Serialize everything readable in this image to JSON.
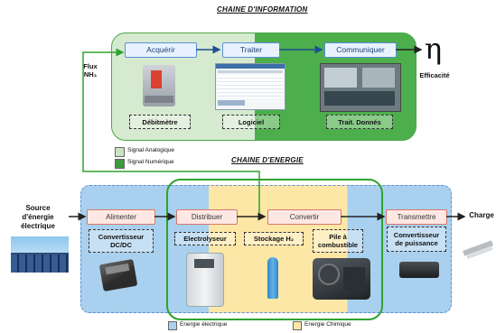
{
  "info_chain": {
    "title": "CHAINE D'INFORMATION",
    "acquerir": "Acquérir",
    "traiter": "Traiter",
    "communiquer": "Communiquer",
    "debitmetre": "Débitmètre",
    "logiciel": "Logiciel",
    "trait_donnes": "Trait. Donnés"
  },
  "flux_label_line1": "Flux",
  "flux_label_line2": "NH₃",
  "efficacite": {
    "symbol": "η",
    "label": "Efficacité"
  },
  "legend_signals": {
    "analog": "Signal Analogique",
    "numeric": "Signal Numérique"
  },
  "energy_chain": {
    "title": "CHAINE D'ENERGIE",
    "source_line1": "Source",
    "source_line2": "d'énergie",
    "source_line3": "électrique",
    "alimenter": "Alimenter",
    "distribuer": "Distribuer",
    "convertir": "Convertir",
    "transmettre": "Transmettre",
    "charge": "Charge",
    "convertisseur_dcdc_line1": "Convertisseur",
    "convertisseur_dcdc_line2": "DC/DC",
    "electrolyseur": "Electrolyseur",
    "stockage": "Stockage H₂",
    "pile_line1": "Pile à",
    "pile_line2": "combustible",
    "convertisseur_puissance_line1": "Convertisseur",
    "convertisseur_puissance_line2": "de puissance"
  },
  "legend_energy": {
    "electrique": "Energie électrique",
    "chimique": "Energie Chimique"
  },
  "colors": {
    "info_green_light": "#c9e3c0",
    "info_green_dark": "#3f9a3c",
    "energy_blue": "#aed3f0",
    "energy_yellow": "#fde7a6",
    "green_border": "#3aa33a"
  }
}
